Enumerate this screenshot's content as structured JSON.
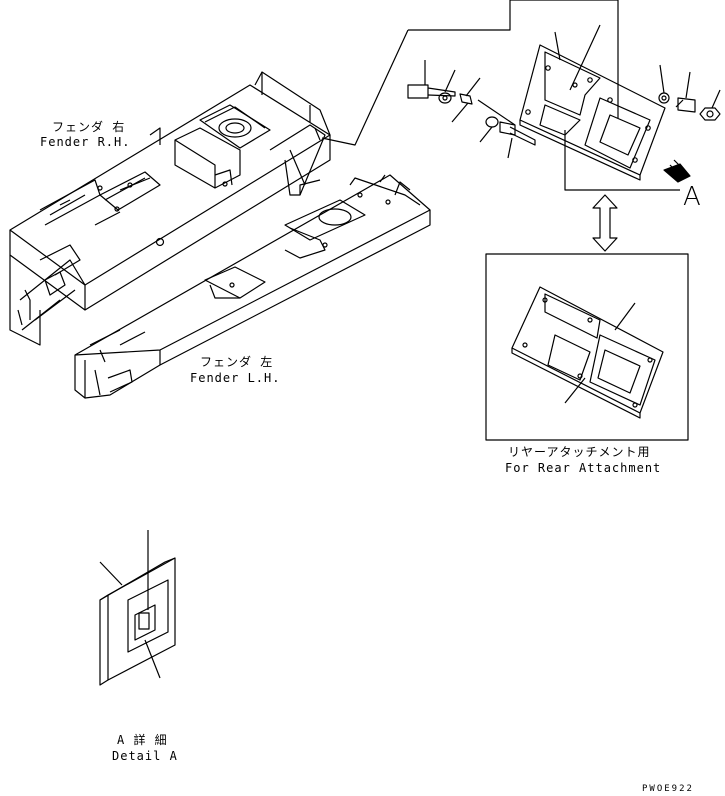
{
  "labels": {
    "fender_rh_jp": "フェンダ 右",
    "fender_rh_en": "Fender R.H.",
    "fender_lh_jp": "フェンダ 左",
    "fender_lh_en": "Fender L.H.",
    "rear_attach_jp": "リヤーアタッチメント用",
    "rear_attach_en": "For Rear Attachment",
    "detail_jp": "A 詳 細",
    "detail_en": "Detail A",
    "view_letter": "A",
    "drawing_code": "PWOE922"
  }
}
